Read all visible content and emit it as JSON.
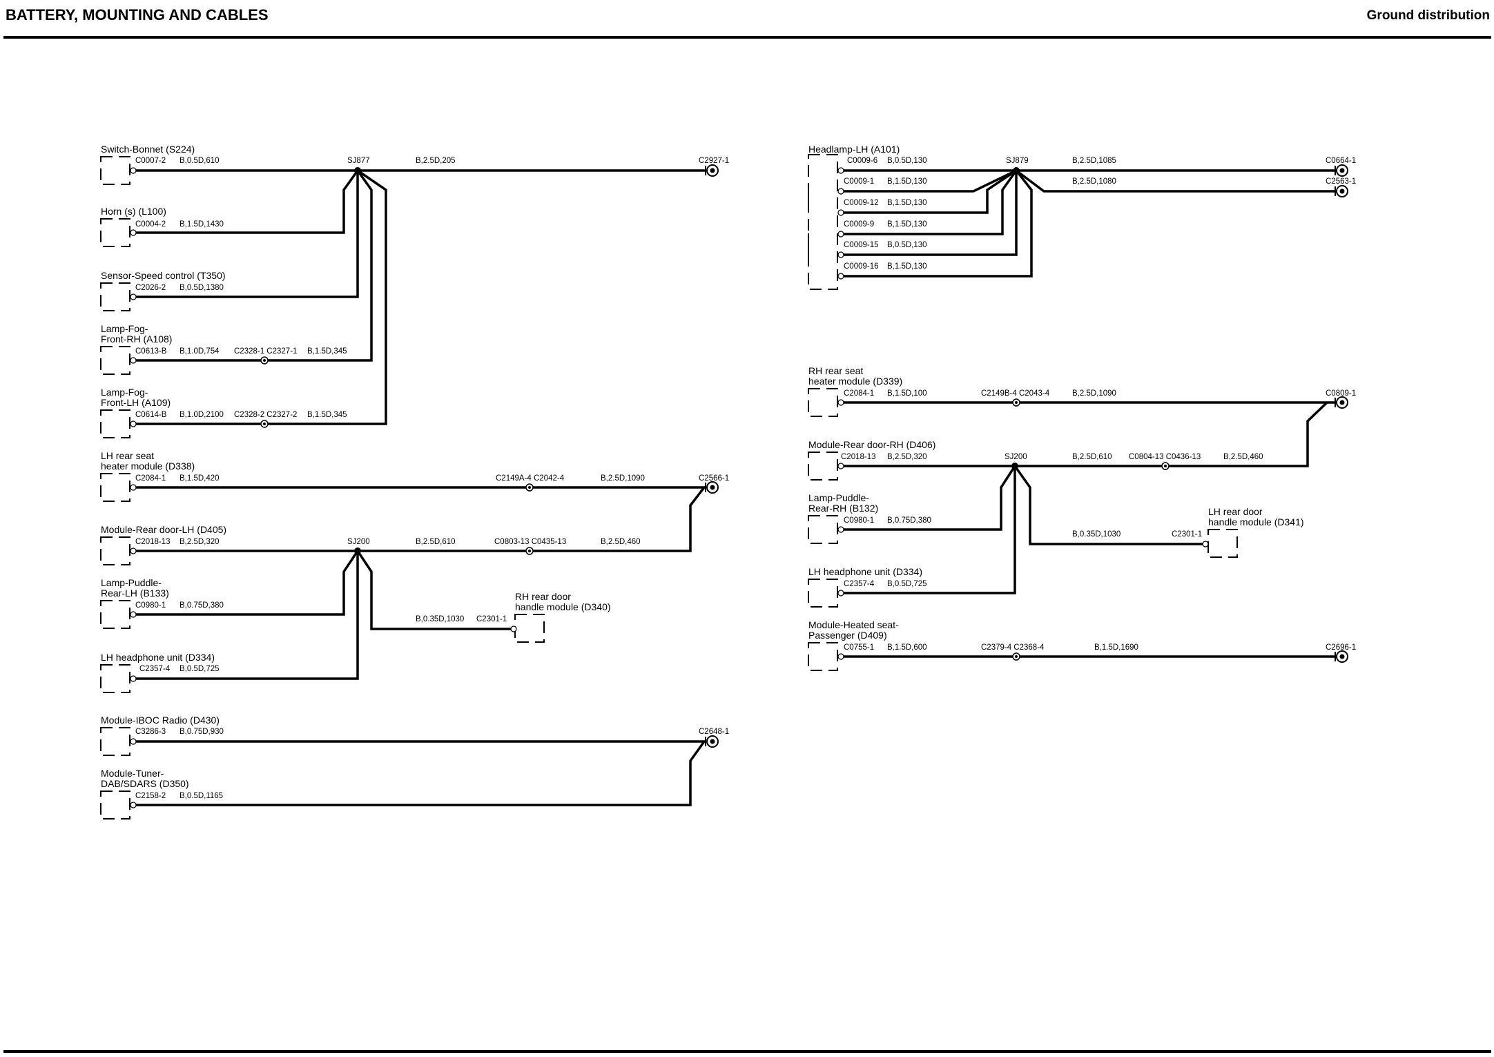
{
  "header": {
    "title": "BATTERY, MOUNTING AND CABLES",
    "section": "Ground distribution"
  },
  "left": {
    "g1": {
      "c1": {
        "name": [
          "Switch-Bonnet (S224)"
        ],
        "connector": "C0007-2",
        "wire": "B,0.5D,610"
      },
      "c2": {
        "name": [
          "Horn (s) (L100)"
        ],
        "connector": "C0004-2",
        "wire": "B,1.5D,1430"
      },
      "c3": {
        "name": [
          "Sensor-Speed control (T350)"
        ],
        "connector": "C2026-2",
        "wire": "B,0.5D,1380"
      },
      "c4": {
        "name": [
          "Lamp-Fog-",
          "Front-RH (A108)"
        ],
        "connector": "C0613-B",
        "wire": "B,1.0D,754",
        "inline": "C2328-1 C2327-1",
        "wire2": "B,1.5D,345"
      },
      "c5": {
        "name": [
          "Lamp-Fog-",
          "Front-LH (A109)"
        ],
        "connector": "C0614-B",
        "wire": "B,1.0D,2100",
        "inline": "C2328-2 C2327-2",
        "wire2": "B,1.5D,345"
      },
      "splice": "SJ877",
      "trunk_wire": "B,2.5D,205",
      "ground": "C2927-1"
    },
    "g2": {
      "c1": {
        "name": [
          "LH rear seat",
          "heater module (D338)"
        ],
        "connector": "C2084-1",
        "wire": "B,1.5D,420",
        "inline": "C2149A-4 C2042-4",
        "wire2": "B,2.5D,1090"
      },
      "c2": {
        "name": [
          "Module-Rear door-LH (D405)"
        ],
        "connector": "C2018-13",
        "wire": "B,2.5D,320",
        "inline": "C0803-13 C0435-13",
        "wire2": "B,2.5D,460"
      },
      "c3": {
        "name": [
          "Lamp-Puddle-",
          "Rear-LH (B133)"
        ],
        "connector": "C0980-1",
        "wire": "B,0.75D,380"
      },
      "c4": {
        "name": [
          "LH headphone unit (D334)"
        ],
        "connector": "C2357-4",
        "wire": "B,0.5D,725"
      },
      "c5": {
        "name": [
          "RH rear door",
          "handle module (D340)"
        ],
        "connector": "C2301-1",
        "wire": "B,0.35D,1030"
      },
      "splice": "SJ200",
      "trunk_wire": "B,2.5D,610",
      "ground": "C2566-1"
    },
    "g3": {
      "c1": {
        "name": [
          "Module-IBOC Radio (D430)"
        ],
        "connector": "C3286-3",
        "wire": "B,0.75D,930"
      },
      "c2": {
        "name": [
          "Module-Tuner-",
          "DAB/SDARS (D350)"
        ],
        "connector": "C2158-2",
        "wire": "B,0.5D,1165"
      },
      "ground": "C2648-1"
    }
  },
  "right": {
    "g1": {
      "component": "Headlamp-LH (A101)",
      "connectors": [
        "C0009-6",
        "C0009-1",
        "C0009-12",
        "C0009-9",
        "C0009-15",
        "C0009-16"
      ],
      "wires": [
        "B,0.5D,130",
        "B,1.5D,130",
        "B,1.5D,130",
        "B,1.5D,130",
        "B,0.5D,130",
        "B,1.5D,130"
      ],
      "splice": "SJ879",
      "trunk_wire1": "B,2.5D,1085",
      "trunk_wire2": "B,2.5D,1080",
      "ground1": "C0664-1",
      "ground2": "C2563-1"
    },
    "g2": {
      "c1": {
        "name": [
          "RH rear seat",
          "heater module (D339)"
        ],
        "connector": "C2084-1",
        "wire": "B,1.5D,100",
        "inline": "C2149B-4 C2043-4",
        "wire2": "B,2.5D,1090"
      },
      "c2": {
        "name": [
          "Module-Rear door-RH (D406)"
        ],
        "connector": "C2018-13",
        "wire": "B,2.5D,320",
        "inline": "C0804-13 C0436-13",
        "wire2": "B,2.5D,460"
      },
      "c3": {
        "name": [
          "Lamp-Puddle-",
          "Rear-RH (B132)"
        ],
        "connector": "C0980-1",
        "wire": "B,0.75D,380"
      },
      "c4": {
        "name": [
          "LH headphone unit (D334)"
        ],
        "connector": "C2357-4",
        "wire": "B,0.5D,725"
      },
      "c5": {
        "name": [
          "LH rear door",
          "handle module (D341)"
        ],
        "connector": "C2301-1",
        "wire": "B,0.35D,1030"
      },
      "splice": "SJ200",
      "trunk_wire": "B,2.5D,610",
      "ground": "C0809-1"
    },
    "g3": {
      "c1": {
        "name": [
          "Module-Heated seat-",
          "Passenger (D409)"
        ],
        "connector": "C0755-1",
        "wire": "B,1.5D,600",
        "inline": "C2379-4 C2368-4",
        "wire2": "B,1.5D,1690"
      },
      "ground": "C2696-1"
    }
  }
}
